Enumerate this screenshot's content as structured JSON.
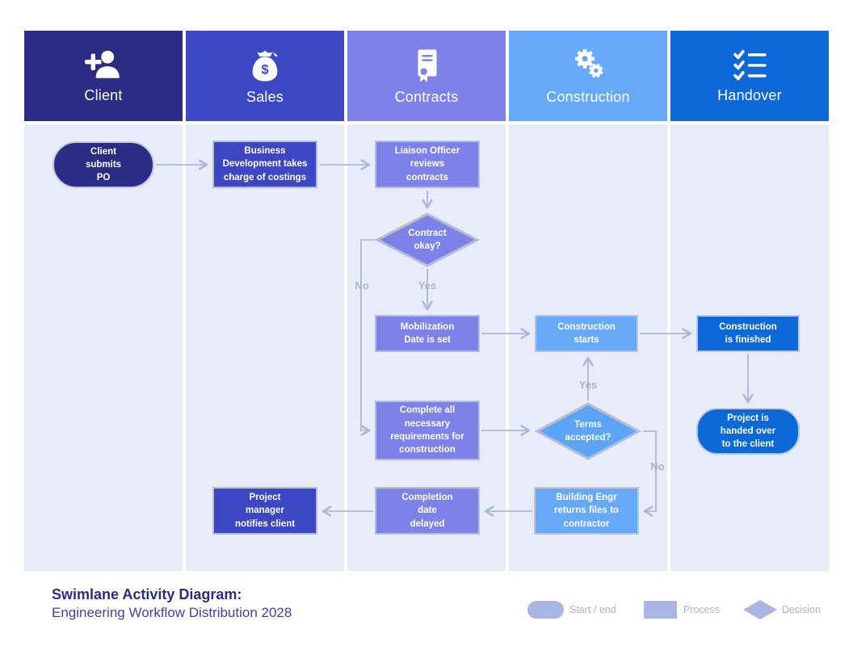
{
  "diagram_type": "swimlane-activity-flowchart",
  "lanes": [
    {
      "label": "Client",
      "icon": "person-add-icon",
      "header_color": "#2b2d84"
    },
    {
      "label": "Sales",
      "icon": "money-bag-icon",
      "header_color": "#3d47c4",
      "icon_glyph": "$"
    },
    {
      "label": "Contracts",
      "icon": "certificate-icon",
      "header_color": "#7d82e9"
    },
    {
      "label": "Construction",
      "icon": "gears-icon",
      "header_color": "#66a9f8"
    },
    {
      "label": "Handover",
      "icon": "checklist-icon",
      "header_color": "#0e69d8"
    }
  ],
  "nodes": {
    "client_submits_po": {
      "label": "Client\nsubmits\nPO",
      "type": "start-end",
      "lane": "Client"
    },
    "business_development": {
      "label": "Business\nDevelopment takes\ncharge of costings",
      "type": "process",
      "lane": "Sales"
    },
    "liaison_officer": {
      "label": "Liaison Officer\nreviews\ncontracts",
      "type": "process",
      "lane": "Contracts"
    },
    "contract_okay": {
      "label": "Contract\nokay?",
      "type": "decision",
      "lane": "Contracts"
    },
    "mobilization_date": {
      "label": "Mobilization\nDate is set",
      "type": "process",
      "lane": "Contracts"
    },
    "construction_starts": {
      "label": "Construction\nstarts",
      "type": "process",
      "lane": "Construction"
    },
    "construction_finished": {
      "label": "Construction\nis finished",
      "type": "process",
      "lane": "Handover"
    },
    "complete_requirements": {
      "label": "Complete all\nnecessary\nrequirements for\nconstruction",
      "type": "process",
      "lane": "Contracts"
    },
    "terms_accepted": {
      "label": "Terms\naccepted?",
      "type": "decision",
      "lane": "Construction"
    },
    "project_handed_over": {
      "label": "Project is\nhanded over\nto the client",
      "type": "start-end",
      "lane": "Handover"
    },
    "building_engr": {
      "label": "Building Engr\nreturns files to\ncontractor",
      "type": "process",
      "lane": "Construction"
    },
    "completion_delayed": {
      "label": "Completion\ndate\ndelayed",
      "type": "process",
      "lane": "Contracts"
    },
    "project_manager_notifies": {
      "label": "Project\nmanager\nnotifies client",
      "type": "process",
      "lane": "Sales"
    }
  },
  "edges": [
    {
      "from": "client_submits_po",
      "to": "business_development"
    },
    {
      "from": "business_development",
      "to": "liaison_officer"
    },
    {
      "from": "liaison_officer",
      "to": "contract_okay"
    },
    {
      "from": "contract_okay",
      "to": "mobilization_date",
      "label": "Yes"
    },
    {
      "from": "contract_okay",
      "to": "complete_requirements",
      "label": "No"
    },
    {
      "from": "mobilization_date",
      "to": "construction_starts"
    },
    {
      "from": "construction_starts",
      "to": "construction_finished"
    },
    {
      "from": "construction_finished",
      "to": "project_handed_over"
    },
    {
      "from": "complete_requirements",
      "to": "terms_accepted"
    },
    {
      "from": "terms_accepted",
      "to": "construction_starts",
      "label": "Yes"
    },
    {
      "from": "terms_accepted",
      "to": "building_engr",
      "label": "No"
    },
    {
      "from": "building_engr",
      "to": "completion_delayed"
    },
    {
      "from": "completion_delayed",
      "to": "project_manager_notifies"
    }
  ],
  "footer": {
    "title": "Swimlane Activity Diagram:",
    "subtitle": "Engineering Workflow Distribution 2028"
  },
  "legend": [
    {
      "label": "Start / end",
      "shape": "stadium"
    },
    {
      "label": "Process",
      "shape": "rect"
    },
    {
      "label": "Decision",
      "shape": "diamond"
    }
  ],
  "colors": {
    "lane_body": "#e7ecf8",
    "arrow": "#aeb7d7",
    "edge_label": "#a9b3d4",
    "client": "#2b2d84",
    "sales": "#3d47c4",
    "contracts": "#7d82e9",
    "construction": "#66a9f8",
    "handover": "#0e69d8",
    "legend_shape": "#a9b5e2",
    "legend_text": "#a9b2d6",
    "title_text": "#2b2d84",
    "subtitle_text": "#3f44a8"
  }
}
